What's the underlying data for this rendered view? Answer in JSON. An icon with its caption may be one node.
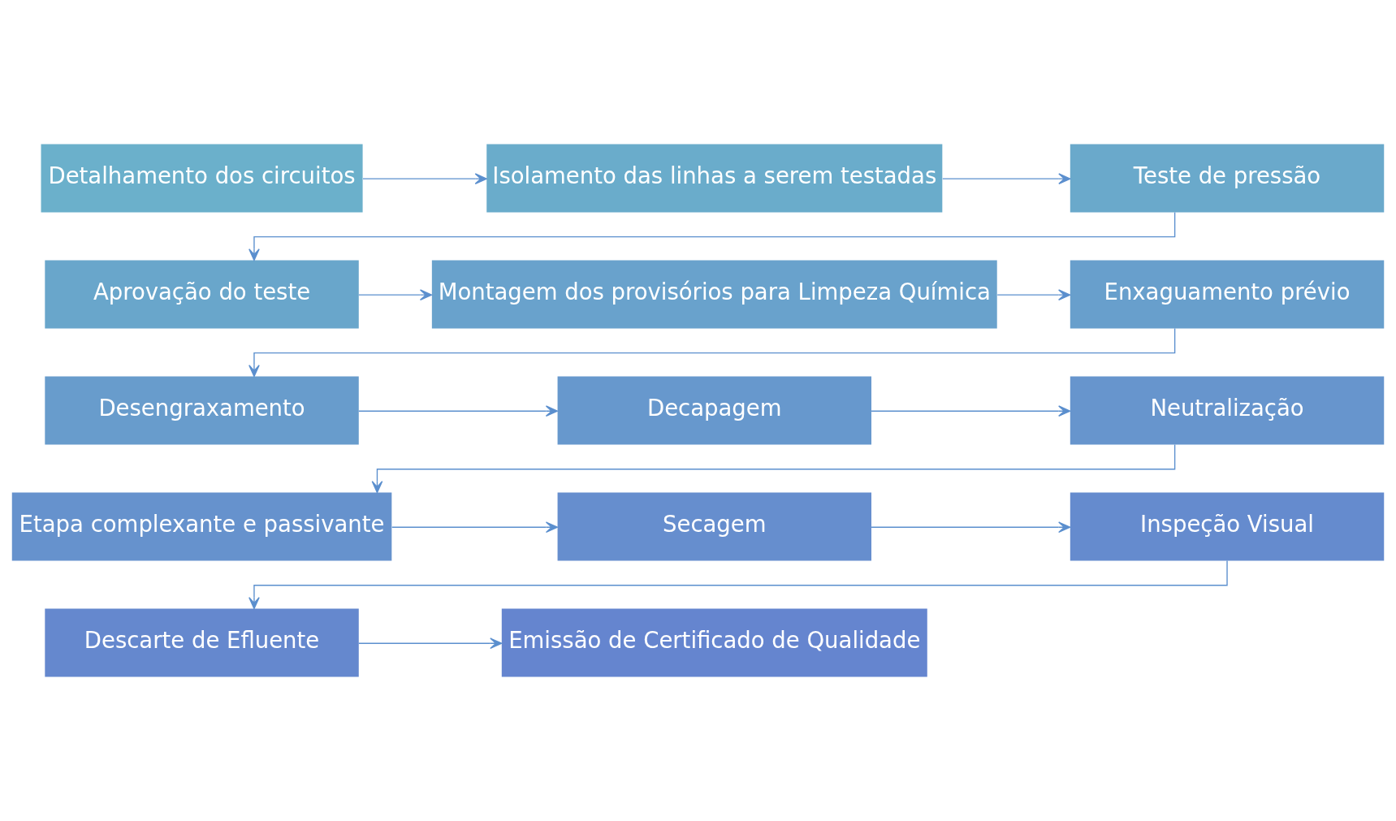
{
  "diagram": {
    "nodes": [
      {
        "text": [
          "Detalhamento dos circuitos"
        ]
      },
      {
        "text": [
          "Isolamento das linhas a serem testadas"
        ]
      },
      {
        "text": [
          "Teste de pressão"
        ]
      },
      {
        "text": [
          "Aprovação do teste"
        ]
      },
      {
        "text": [
          "Montagem dos provisórios para Limpeza Química"
        ]
      },
      {
        "text": [
          "Enxaguamento prévio"
        ]
      },
      {
        "text": [
          "Desengraxamento"
        ]
      },
      {
        "text": [
          "Decapagem"
        ]
      },
      {
        "text": [
          "Neutralização"
        ]
      },
      {
        "text": [
          "Etapa complexante e passivante"
        ]
      },
      {
        "text": [
          "Secagem"
        ]
      },
      {
        "text": [
          "Inspeção Visual"
        ]
      },
      {
        "text": [
          "Descarte de Efluente"
        ]
      },
      {
        "text": [
          "Emissão de Certificado de Qualidade"
        ]
      }
    ],
    "edges": [
      {
        "from": 0,
        "to": 1,
        "arrow": "to"
      },
      {
        "from": 1,
        "to": 2,
        "arrow": "to"
      },
      {
        "from": 2,
        "to": 3,
        "arrow": "to"
      },
      {
        "from": 3,
        "to": 4,
        "arrow": "to"
      },
      {
        "from": 4,
        "to": 5,
        "arrow": "to"
      },
      {
        "from": 5,
        "to": 6,
        "arrow": "to"
      },
      {
        "from": 6,
        "to": 7,
        "arrow": "to"
      },
      {
        "from": 7,
        "to": 8,
        "arrow": "to"
      },
      {
        "from": 8,
        "to": 9,
        "arrow": "to"
      },
      {
        "from": 9,
        "to": 10,
        "arrow": "to"
      },
      {
        "from": 10,
        "to": 11,
        "arrow": "to"
      },
      {
        "from": 11,
        "to": 12,
        "arrow": "to"
      },
      {
        "from": 12,
        "to": 13,
        "arrow": "to"
      }
    ]
  }
}
